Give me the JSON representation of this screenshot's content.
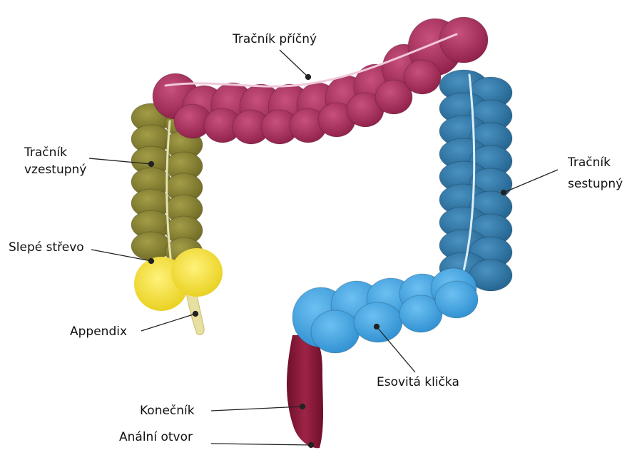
{
  "labels": {
    "transverse": "Tračník příčný",
    "ascending": {
      "line1": "Tračník",
      "line2": "vzestupný"
    },
    "descending": {
      "line1": "Tračník",
      "line2": "sestupný"
    },
    "cecum": "Slepé střevo",
    "appendix": "Appendix",
    "sigmoid": "Esovitá klička",
    "rectum": "Konečník",
    "anus": "Anální otvor"
  },
  "colors": {
    "transverse": "#a8315f",
    "ascending": "#8a8432",
    "descending": "#2e76a6",
    "cecum": "#f2de2e",
    "appendix": "#e8e0a0",
    "sigmoid": "#42a5e3",
    "rectum": "#8c1a3a",
    "leader": "#222222"
  }
}
